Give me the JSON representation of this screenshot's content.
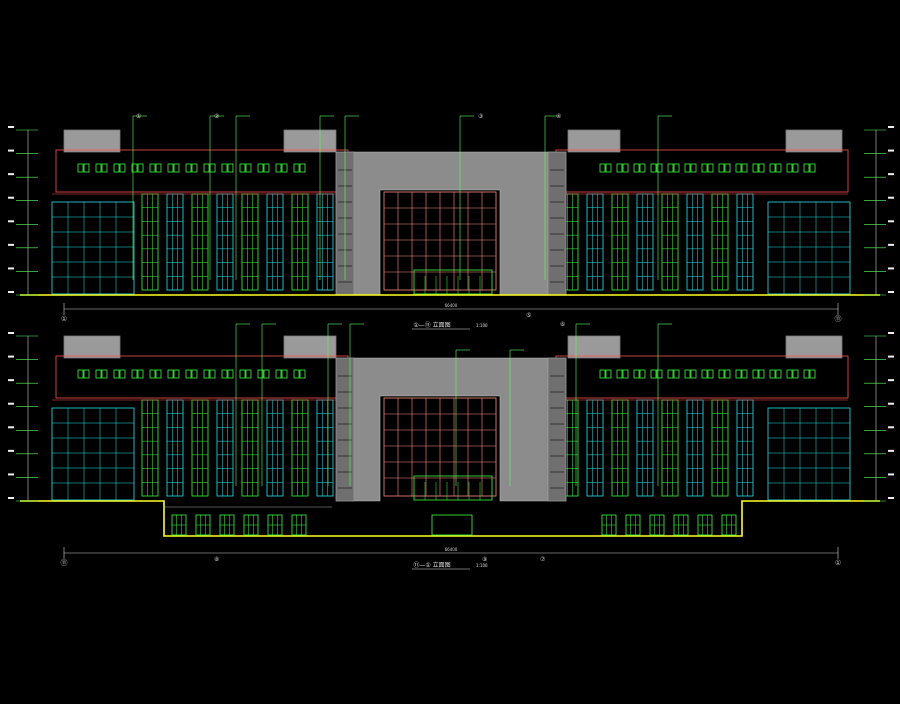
{
  "drawing": {
    "background": "#000000",
    "colors": {
      "outline": "#ff5050",
      "window_green": "#3cff3c",
      "window_cyan": "#22e6ee",
      "glass_red": "#ff8a80",
      "core_gray": "#8c8c8c",
      "roof_gray": "#9a9a9a",
      "ground_yellow": "#ffff20",
      "leader_green": "#5cff5c",
      "dim_white": "#d0d0d0"
    },
    "elevations": [
      {
        "id": "upper",
        "title": "①—⑪ 立面图",
        "scale": "1:100",
        "overall_dimension": "66400",
        "axis_left": "①",
        "axis_right": "⑪",
        "basement": false,
        "callouts": [
          "①",
          "②",
          "③",
          "④",
          "⑤"
        ]
      },
      {
        "id": "lower",
        "title": "⑪—① 立面图",
        "scale": "1:100",
        "overall_dimension": "66400",
        "axis_left": "⑪",
        "axis_right": "①",
        "basement": true,
        "callouts": [
          "⑥",
          "⑦",
          "⑧",
          "⑨"
        ]
      }
    ]
  }
}
